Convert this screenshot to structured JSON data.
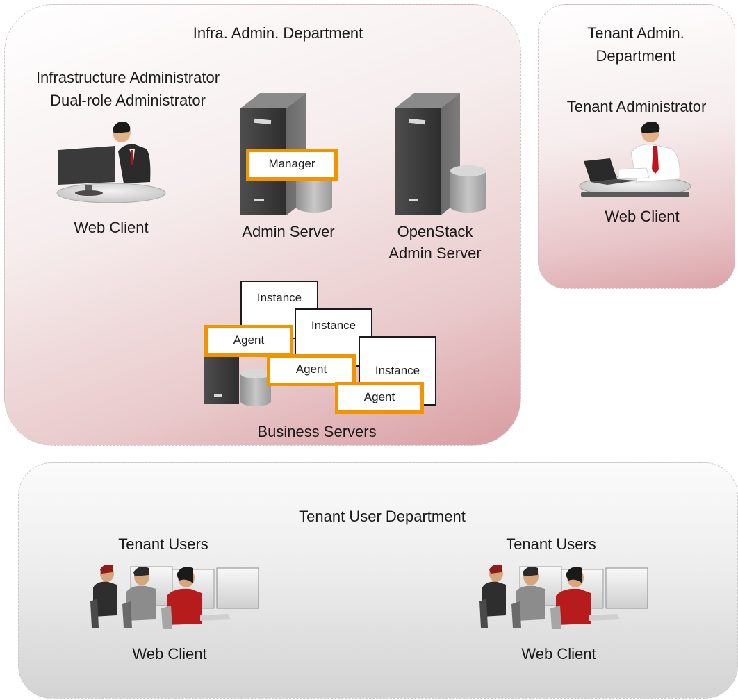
{
  "infra_department": {
    "title": "Infra. Admin. Department",
    "admin_role_line1": "Infrastructure Administrator",
    "admin_role_line2": "Dual-role Administrator",
    "web_client": "Web Client",
    "admin_server": "Admin Server",
    "manager": "Manager",
    "openstack_line1": "OpenStack",
    "openstack_line2": "Admin Server",
    "business_servers": "Business Servers",
    "instances": [
      "Instance",
      "Instance",
      "Instance"
    ],
    "agents": [
      "Agent",
      "Agent",
      "Agent"
    ]
  },
  "tenant_admin_department": {
    "title_line1": "Tenant Admin.",
    "title_line2": "Department",
    "role": "Tenant Administrator",
    "web_client": "Web Client"
  },
  "tenant_user_department": {
    "title": "Tenant User Department",
    "groups": [
      {
        "label": "Tenant Users",
        "web_client": "Web Client"
      },
      {
        "label": "Tenant Users",
        "web_client": "Web Client"
      }
    ]
  },
  "colors": {
    "agent_border": "#f29400",
    "infra_panel_tint": "#d89ca1",
    "user_panel_tint": "#d3d3d3"
  }
}
